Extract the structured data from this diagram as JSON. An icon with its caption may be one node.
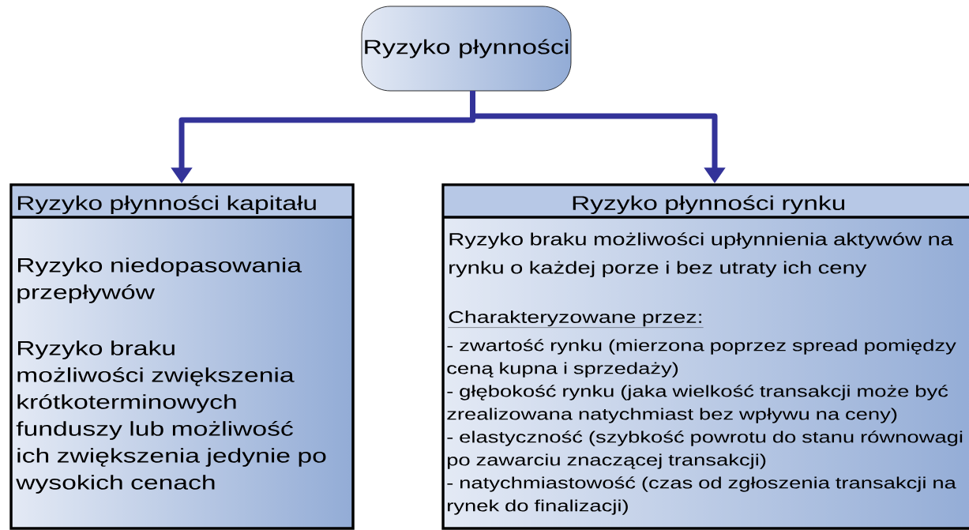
{
  "diagram": {
    "nodes": [
      {
        "text": [
          "Ryzyko płynności"
        ]
      },
      {
        "text": [
          "Ryzyko płynności kapitału",
          "Ryzyko niedopasowania przepływów",
          "Ryzyko braku możliwości zwiększenia krótkoterminowych funduszy lub możliwość ich zwiększenia jedynie po wysokich cenach"
        ]
      },
      {
        "text": [
          "Ryzyko płynności rynku",
          "Ryzyko braku możliwości upłynnienia aktywów na rynku o każdej porze i bez utraty ich ceny",
          "Charakteryzowane przez:",
          "- zwartość rynku (mierzona poprzez spread pomiędzy ceną kupna i sprzedaży)",
          "- głębokość rynku (jaka wielkość transakcji może być zrealizowana natychmiast bez wpływu na ceny)",
          "- elastyczność (szybkość powrotu do stanu równowagi po zawarciu znaczącej transakcji)",
          "- natychmiastowość (czas od zgłoszenia transakcji na rynek do finalizacji)"
        ]
      }
    ],
    "edges": [
      {
        "from": 0,
        "to": 1,
        "arrow": "to"
      },
      {
        "from": 0,
        "to": 2,
        "arrow": "to"
      }
    ]
  }
}
